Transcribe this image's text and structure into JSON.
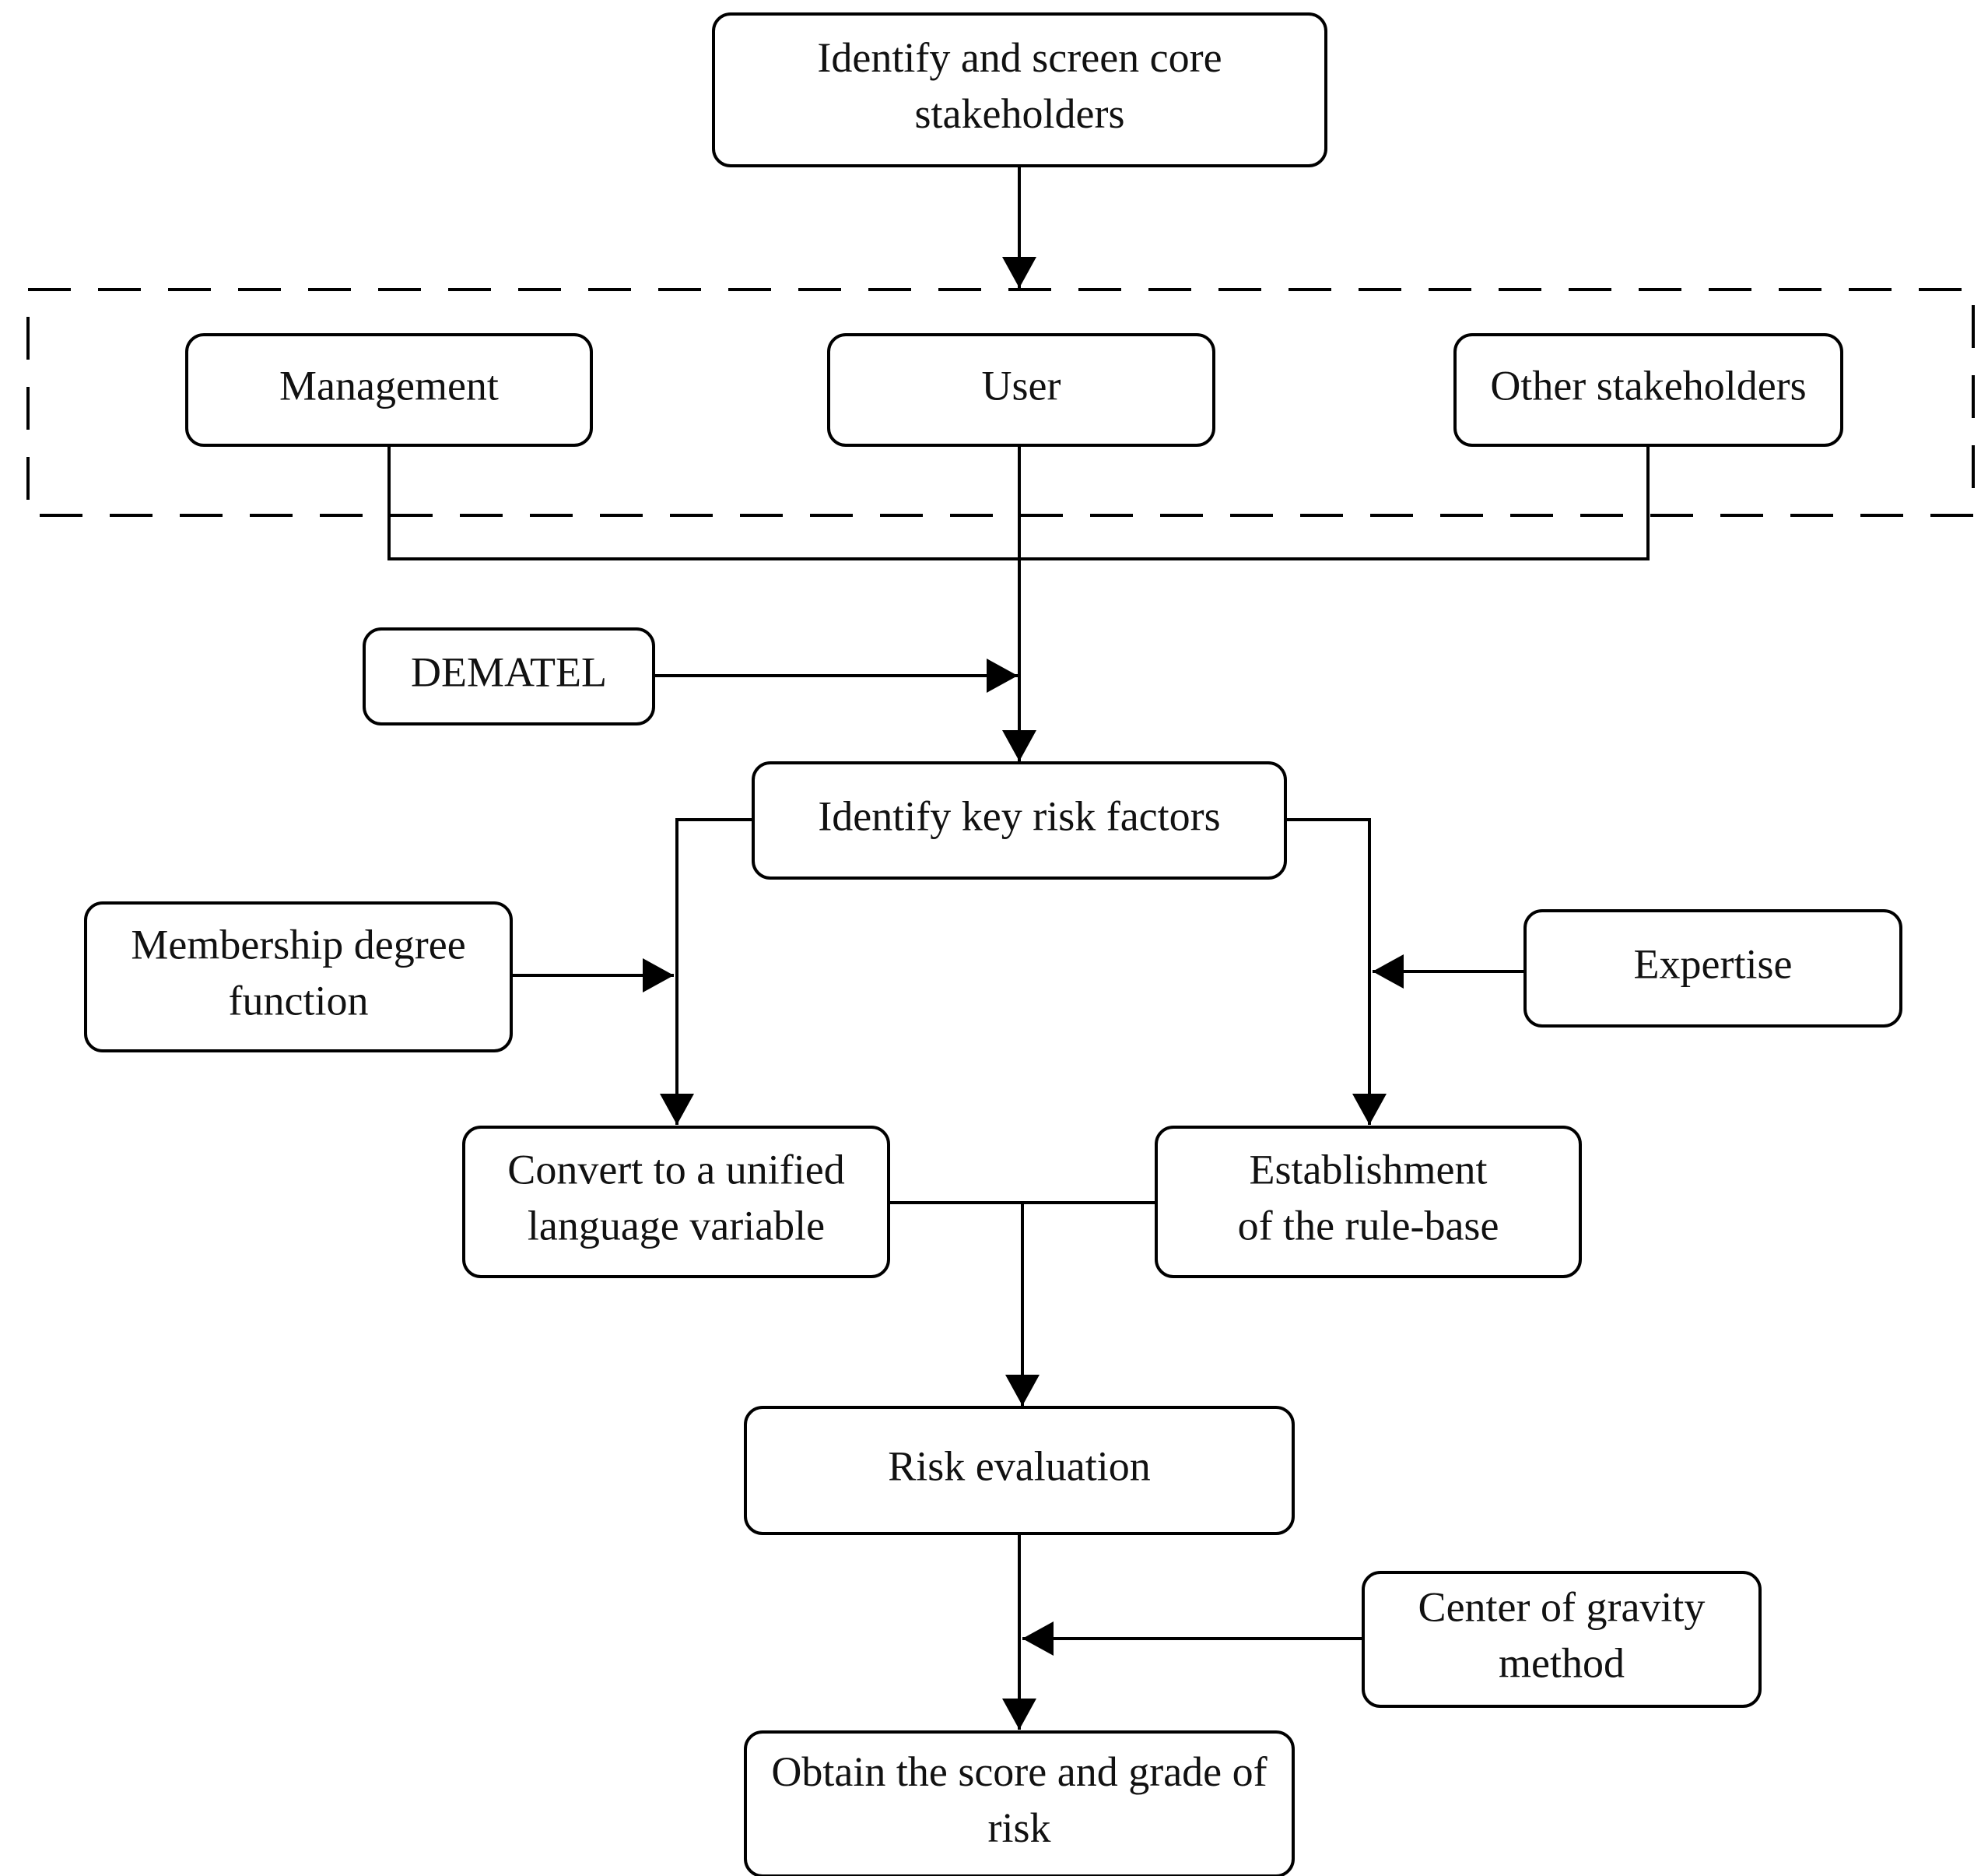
{
  "diagram": {
    "group": {
      "name": "stakeholder-group",
      "style": "dashed"
    },
    "nodes": {
      "identify_stakeholders": [
        "Identify and screen core",
        "stakeholders"
      ],
      "management": [
        "Management"
      ],
      "user": [
        "User"
      ],
      "other_stakeholders": [
        "Other stakeholders"
      ],
      "dematel": [
        "DEMATEL"
      ],
      "identify_risk_factors": [
        "Identify key risk factors"
      ],
      "membership_function": [
        "Membership degree",
        "function"
      ],
      "expertise": [
        "Expertise"
      ],
      "convert_language": [
        "Convert to a unified",
        "language variable"
      ],
      "rule_base": [
        "Establishment",
        "of the rule-base"
      ],
      "risk_evaluation": [
        "Risk evaluation"
      ],
      "center_of_gravity": [
        "Center of gravity",
        "method"
      ],
      "score_grade": [
        "Obtain the score and grade of",
        "risk"
      ]
    },
    "colors": {
      "stroke": "#000000",
      "text": "#111111",
      "background": "#ffffff"
    }
  }
}
